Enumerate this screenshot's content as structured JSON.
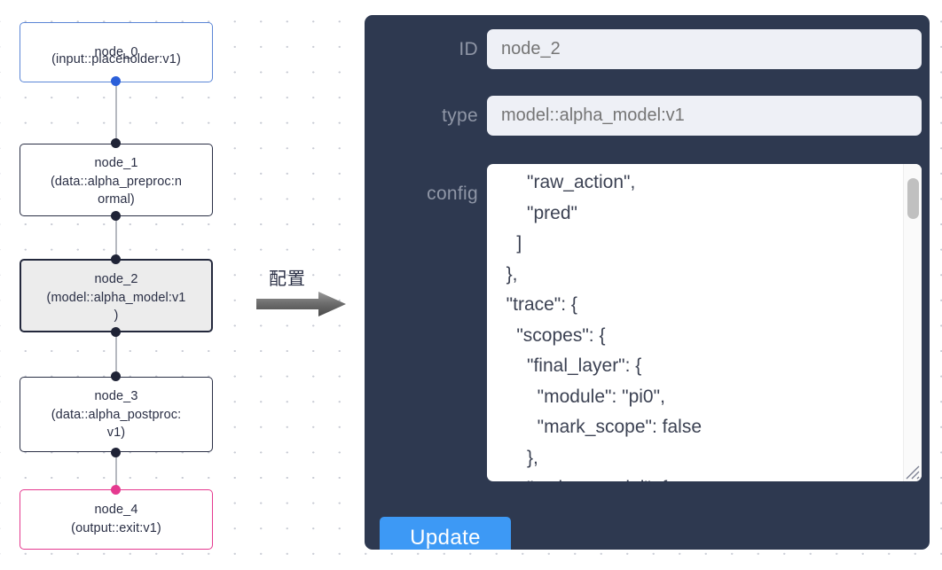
{
  "colors": {
    "panel_bg": "#2e3950",
    "input_bg": "#eef0f6",
    "input_text": "#9ba1b0",
    "label_text": "#8f96a6",
    "accent_button": "#3d99f5",
    "node_border": "#2a2f45",
    "input_node_border": "#5b86d6",
    "output_node_border": "#e5398f",
    "selected_node_fill": "#ececec",
    "edge": "#b6b9c0",
    "grid_dot": "#c8cbd4"
  },
  "graph": {
    "name": "pipeline-graph",
    "nodes": [
      {
        "id": "node_0",
        "title": "node_0",
        "subtitle": "(input::placeholder:v1)",
        "kind": "input",
        "selected": false
      },
      {
        "id": "node_1",
        "title": "node_1",
        "subtitle": "(data::alpha_preproc:n\normal)",
        "kind": "default",
        "selected": false
      },
      {
        "id": "node_2",
        "title": "node_2",
        "subtitle": "(model::alpha_model:v1\n)",
        "kind": "model",
        "selected": true
      },
      {
        "id": "node_3",
        "title": "node_3",
        "subtitle": "(data::alpha_postproc:\nv1)",
        "kind": "default",
        "selected": false
      },
      {
        "id": "node_4",
        "title": "node_4",
        "subtitle": "(output::exit:v1)",
        "kind": "output",
        "selected": false
      }
    ],
    "edges": [
      {
        "from": "node_0",
        "to": "node_1"
      },
      {
        "from": "node_1",
        "to": "node_2"
      },
      {
        "from": "node_2",
        "to": "node_3"
      },
      {
        "from": "node_3",
        "to": "node_4"
      }
    ]
  },
  "annotation": {
    "caption": "配置",
    "icon": "arrow-right-icon"
  },
  "panel": {
    "fields": {
      "id": {
        "label": "ID",
        "value": "node_2",
        "placeholder": "node_2"
      },
      "type": {
        "label": "type",
        "value": "model::alpha_model:v1",
        "placeholder": "model::alpha_model:v1"
      },
      "config": {
        "label": "config",
        "value": "      \"raw_action\",\n      \"pred\"\n    ]\n  },\n  \"trace\": {\n    \"scopes\": {\n      \"final_layer\": {\n        \"module\": \"pi0\",\n        \"mark_scope\": false\n      },\n      \"action_model\": {"
      }
    },
    "update_button": {
      "label": "Update"
    },
    "scrollbar": {
      "name": "config-scrollbar",
      "thumb_position_percent": 5
    }
  }
}
